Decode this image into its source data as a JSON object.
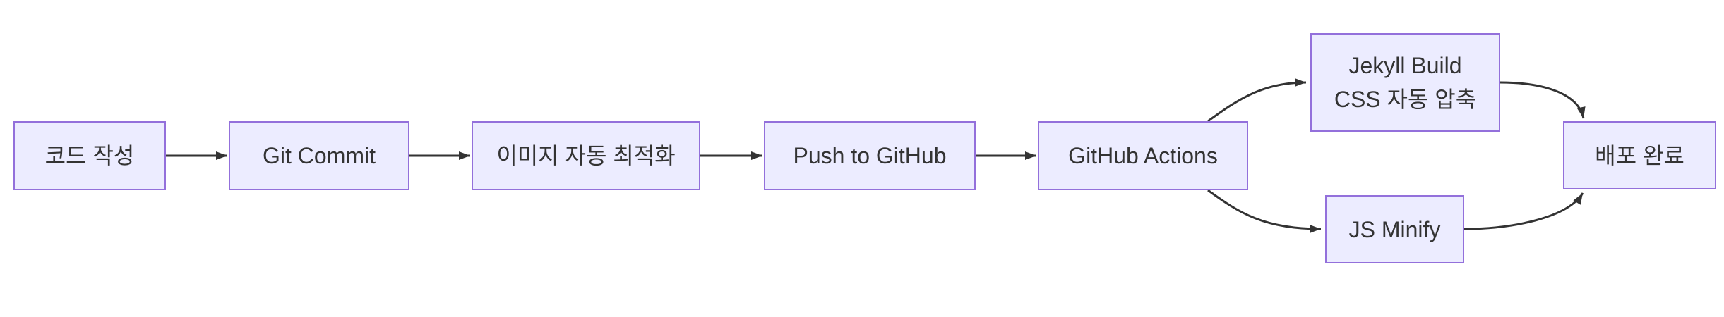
{
  "diagram": {
    "type": "flowchart",
    "direction": "LR"
  },
  "colors": {
    "background": "#ffffff",
    "node_fill": "#ECECFF",
    "node_border": "#9370DB",
    "edge": "#333333",
    "text": "#333333"
  },
  "nodes": [
    {
      "label": "코드 작성"
    },
    {
      "label": "Git Commit"
    },
    {
      "label": "이미지 자동 최적화"
    },
    {
      "label": "Push to GitHub"
    },
    {
      "label": "GitHub Actions"
    },
    {
      "lines": [
        "Jekyll Build",
        "CSS 자동 압축"
      ]
    },
    {
      "label": "JS Minify"
    },
    {
      "label": "배포 완료"
    }
  ],
  "edges": [
    {
      "from": "코드 작성",
      "to": "Git Commit"
    },
    {
      "from": "Git Commit",
      "to": "이미지 자동 최적화"
    },
    {
      "from": "이미지 자동 최적화",
      "to": "Push to GitHub"
    },
    {
      "from": "Push to GitHub",
      "to": "GitHub Actions"
    },
    {
      "from": "GitHub Actions",
      "to": "Jekyll Build CSS 자동 압축"
    },
    {
      "from": "GitHub Actions",
      "to": "JS Minify"
    },
    {
      "from": "Jekyll Build CSS 자동 압축",
      "to": "배포 완료"
    },
    {
      "from": "JS Minify",
      "to": "배포 완료"
    }
  ]
}
